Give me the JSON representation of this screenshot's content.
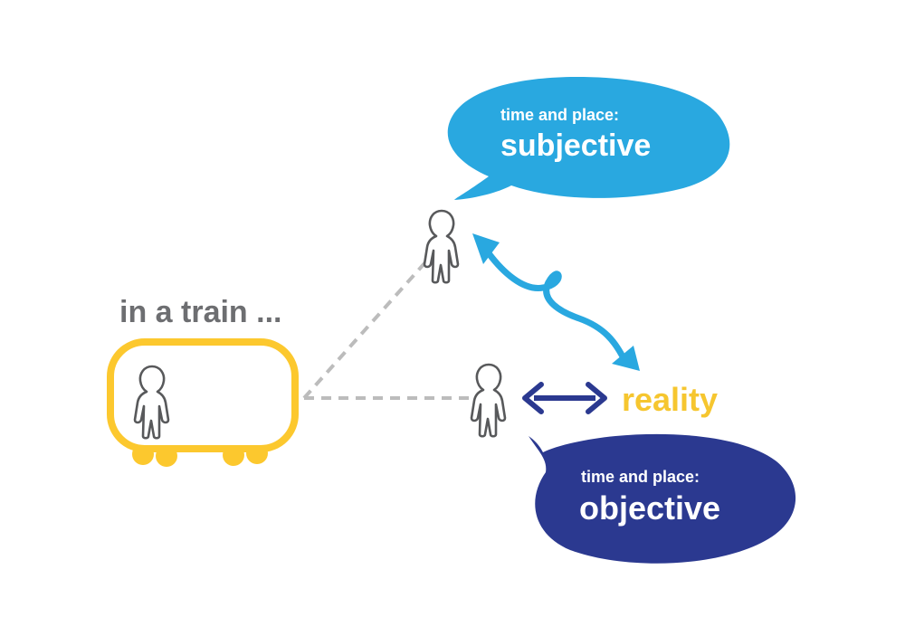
{
  "train_label": "in a train ...",
  "subjective_bubble": {
    "caption": "time and place:",
    "label": "subjective",
    "color": "#29a8e0"
  },
  "objective_bubble": {
    "caption": "time and place:",
    "label": "objective",
    "color": "#2b3990"
  },
  "reality_label": "reality",
  "colors": {
    "train": "#fcc82e",
    "reality": "#f6c62f",
    "figure_stroke": "#58595b",
    "dashed_line": "#bcbcbc",
    "label_gray": "#6d6e71",
    "arrow_blue": "#29a8e0",
    "arrow_navy": "#2b3990"
  },
  "icons": [
    "person-icon",
    "double-arrow-icon",
    "wavy-arrow-icon",
    "speech-bubble-icon"
  ]
}
